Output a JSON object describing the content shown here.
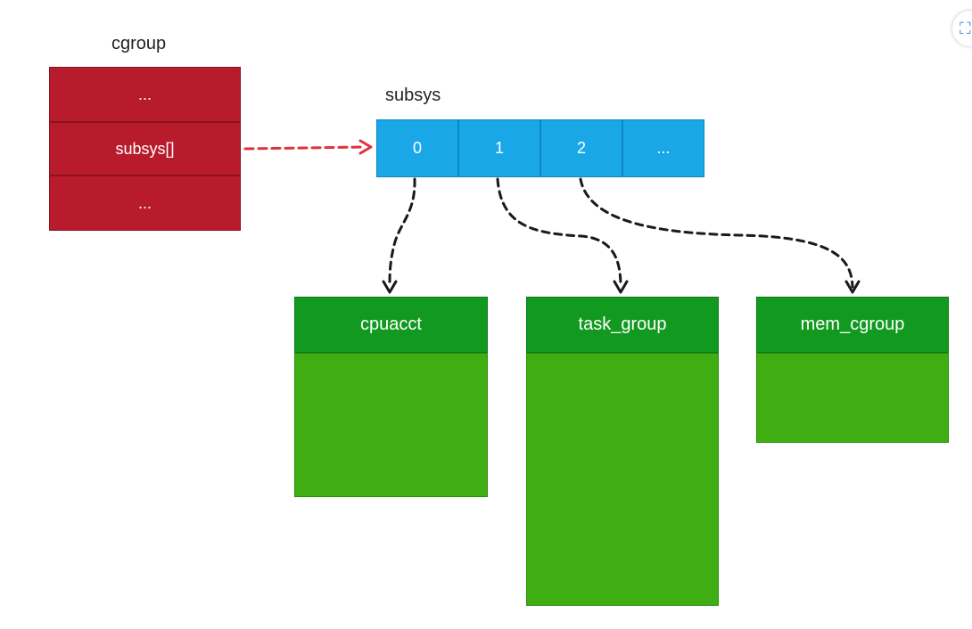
{
  "cgroup": {
    "title": "cgroup",
    "rows": [
      "...",
      "subsys[]",
      "..."
    ],
    "color": "#b81b2c"
  },
  "subsys": {
    "title": "subsys",
    "cells": [
      "0",
      "1",
      "2",
      "..."
    ],
    "color": "#1aa7e8"
  },
  "structs": {
    "items": [
      {
        "name": "cpuacct"
      },
      {
        "name": "task_group"
      },
      {
        "name": "mem_cgroup"
      }
    ],
    "header_color": "#129a20",
    "body_color": "#3fae12"
  },
  "arrows": {
    "pointer_color": "#e0313d",
    "link_color": "#1a1a1a"
  },
  "corner_icon": {
    "name": "expand-icon"
  }
}
